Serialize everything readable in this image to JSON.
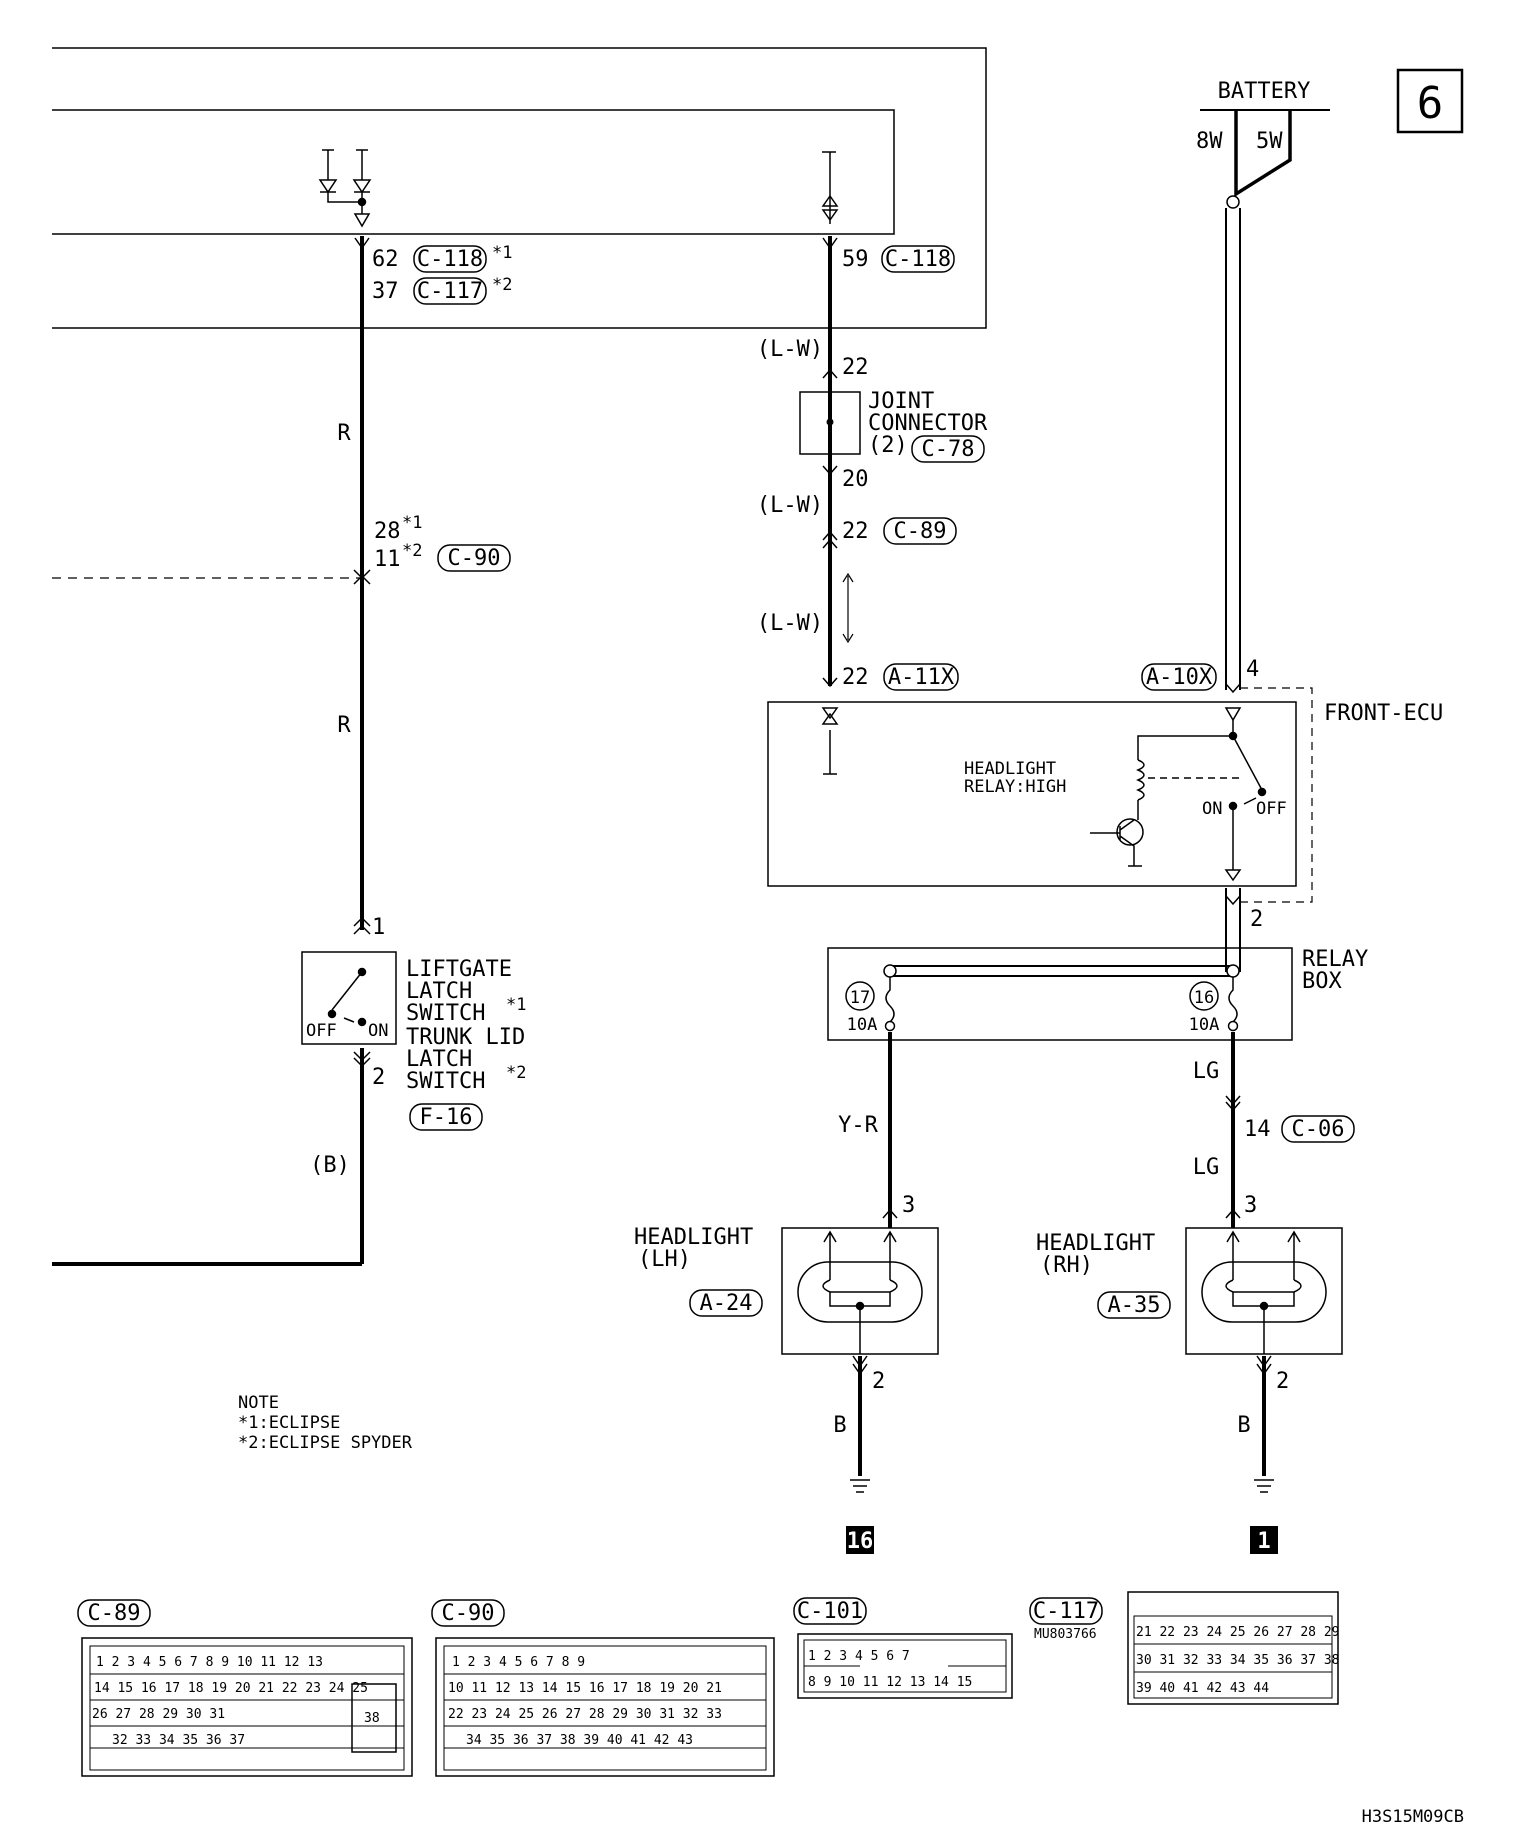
{
  "page_number": "6",
  "footer_code": "H3S15M09CB",
  "battery": {
    "label": "BATTERY",
    "wire_left": "8W",
    "wire_right": "5W"
  },
  "upper_connectors": {
    "c118_a": "62",
    "c118_a_conn": "C-118",
    "c118_a_note": "*1",
    "c117": "37",
    "c117_conn": "C-117",
    "c117_note": "*2",
    "c118_b": "59",
    "c118_b_conn": "C-118"
  },
  "wires": {
    "lw1": "(L-W)",
    "lw2": "(L-W)",
    "lw3": "(L-W)",
    "r1": "R",
    "r2": "R",
    "b_left": "(B)",
    "yr": "Y-R",
    "lg1": "LG",
    "lg2": "LG",
    "b_lh": "B",
    "b_rh": "B"
  },
  "joint_connector": {
    "line1": "JOINT",
    "line2": "CONNECTOR",
    "line3": "(2)",
    "conn": "C-78",
    "pin_top": "22",
    "pin_bottom": "20"
  },
  "c89_inline": {
    "pin": "22",
    "conn": "C-89"
  },
  "c90_inline": {
    "pin1": "28",
    "note1": "*1",
    "pin2": "11",
    "note2": "*2",
    "conn": "C-90"
  },
  "a11x": {
    "pin": "22",
    "conn": "A-11X"
  },
  "a10x": {
    "pin": "4",
    "conn": "A-10X"
  },
  "front_ecu": {
    "label": "FRONT-ECU",
    "relay_line1": "HEADLIGHT",
    "relay_line2": "RELAY:HIGH",
    "on": "ON",
    "off": "OFF",
    "out_pin": "2"
  },
  "relay_box": {
    "line1": "RELAY",
    "line2": "BOX",
    "fuse_left": "17",
    "fuse_left_rating": "10A",
    "fuse_right": "16",
    "fuse_right_rating": "10A"
  },
  "c06": {
    "pin": "14",
    "conn": "C-06"
  },
  "switch": {
    "pin_top": "1",
    "pin_bottom": "2",
    "off": "OFF",
    "on": "ON",
    "conn": "F-16",
    "line1": "LIFTGATE",
    "line2": "LATCH",
    "line3": "SWITCH",
    "note3": "*1",
    "line4": "TRUNK LID",
    "line5": "LATCH",
    "line6": "SWITCH",
    "note6": "*2"
  },
  "headlight_lh": {
    "line1": "HEADLIGHT",
    "line2": "(LH)",
    "conn": "A-24",
    "pin_in": "3",
    "pin_out": "2"
  },
  "headlight_rh": {
    "line1": "HEADLIGHT",
    "line2": "(RH)",
    "conn": "A-35",
    "pin_in": "3",
    "pin_out": "2"
  },
  "grounds": {
    "lh": "16",
    "rh": "1"
  },
  "note": {
    "title": "NOTE",
    "line1": "*1:ECLIPSE",
    "line2": "*2:ECLIPSE SPYDER"
  },
  "connector_views": {
    "c89": {
      "label": "C-89"
    },
    "c90": {
      "label": "C-90"
    },
    "c101": {
      "label": "C-101"
    },
    "c117": {
      "label": "C-117",
      "part": "MU803766"
    }
  }
}
